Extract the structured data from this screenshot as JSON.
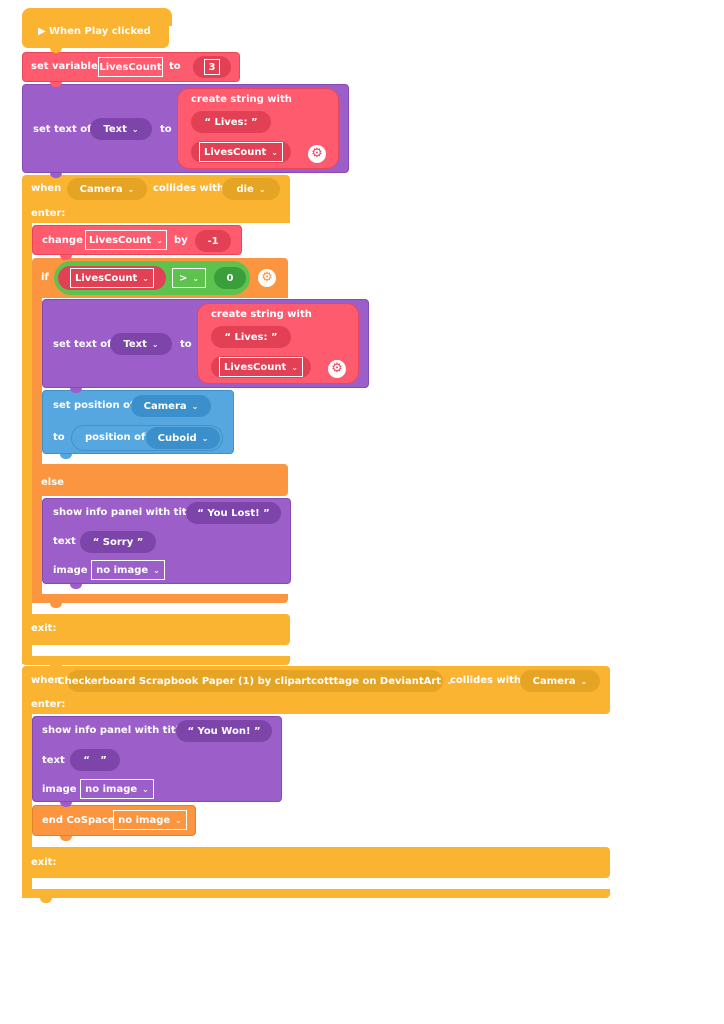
{
  "play_block": {
    "label": "When Play clicked",
    "icon": "play-triangle-icon"
  },
  "set_variable": {
    "label": "set variable",
    "variable": "LivesCount",
    "to_label": "to",
    "value": "3"
  },
  "set_text_1": {
    "label": "set text of",
    "target": "Text",
    "to_label": "to",
    "create_string": {
      "label": "create string with",
      "text": "“ Lives: ”",
      "variable": "LivesCount"
    }
  },
  "collide_1": {
    "when": "when",
    "object_a": "Camera",
    "collides_with": "collides with",
    "object_b": "die",
    "enter": "enter:",
    "exit": "exit:"
  },
  "change": {
    "label": "change",
    "variable": "LivesCount",
    "by_label": "by",
    "value": "-1"
  },
  "if_block": {
    "if_label": "if",
    "variable": "LivesCount",
    "operator": ">",
    "value": "0",
    "else_label": "else"
  },
  "set_text_2": {
    "label": "set text of",
    "target": "Text",
    "to_label": "to",
    "create_string": {
      "label": "create string with",
      "text": "“ Lives: ”",
      "variable": "LivesCount"
    }
  },
  "set_position": {
    "label": "set position of",
    "target": "Camera",
    "to_label": "to",
    "position_of_label": "position of",
    "source": "Cuboid"
  },
  "info_panel_1": {
    "label": "show info panel with title",
    "title": "“ You Lost! ”",
    "text_label": "text",
    "text": "“ Sorry ”",
    "image_label": "image",
    "image": "no image"
  },
  "collide_2": {
    "when": "when",
    "object_a": "Checkerboard Scrapbook Paper (1) by clipartcotttage on DeviantArt",
    "collides_with": "collides with",
    "object_b": "Camera",
    "enter": "enter:",
    "exit": "exit:"
  },
  "info_panel_2": {
    "label": "show info panel with title",
    "title": "“ You Won! ”",
    "text_label": "text",
    "text": "“   ”",
    "image_label": "image",
    "image": "no image"
  },
  "end_cospace": {
    "label": "end CoSpace",
    "image": "no image"
  },
  "colors": {
    "event": "#fbb431",
    "variable": "#ff5b6f",
    "looks": "#9c5fc9",
    "motion": "#56a7df",
    "control": "#fb9540",
    "operator": "#5ec24e"
  }
}
